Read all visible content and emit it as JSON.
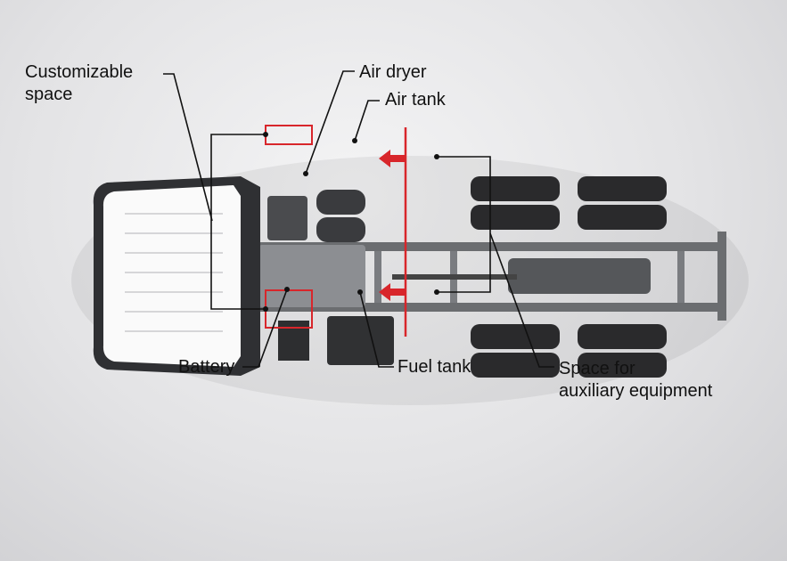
{
  "labels": {
    "customizable_line1": "Customizable",
    "customizable_line2": "space",
    "air_dryer": "Air dryer",
    "air_tank": "Air tank",
    "battery": "Battery",
    "fuel_tank": "Fuel tank",
    "auxiliary_line1": "Space for",
    "auxiliary_line2": "auxiliary equipment"
  },
  "colors": {
    "accent_red": "#d8262b",
    "leader_line": "#111111"
  }
}
